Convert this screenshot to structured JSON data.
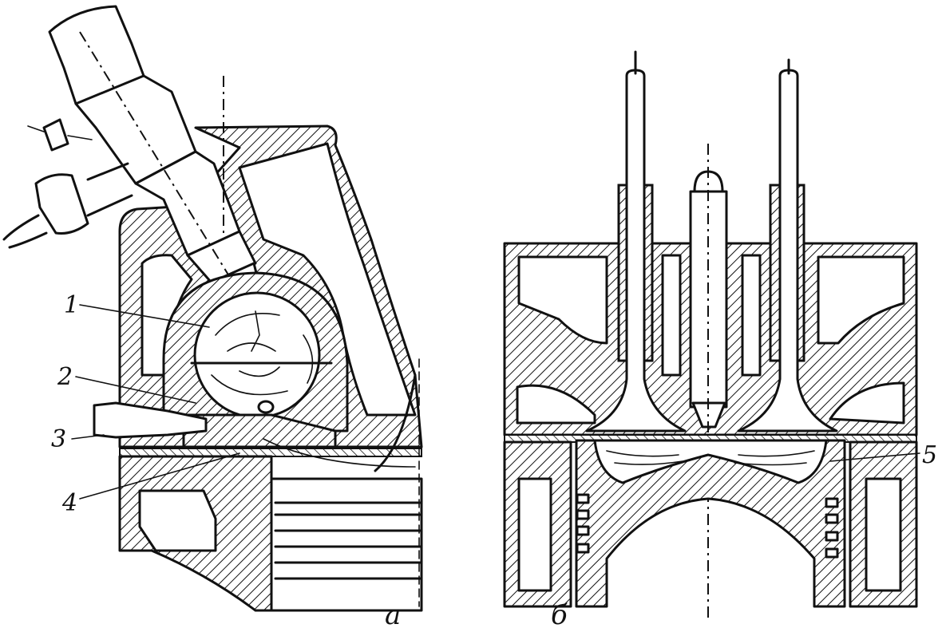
{
  "figure": {
    "panels": {
      "a": {
        "label": "а"
      },
      "b": {
        "label": "б"
      }
    },
    "callouts": [
      {
        "id": "1",
        "text": "1"
      },
      {
        "id": "2",
        "text": "2"
      },
      {
        "id": "3",
        "text": "3"
      },
      {
        "id": "4",
        "text": "4"
      },
      {
        "id": "5",
        "text": "5"
      }
    ],
    "colors": {
      "ink": "#111111",
      "paper": "#ffffff"
    }
  }
}
